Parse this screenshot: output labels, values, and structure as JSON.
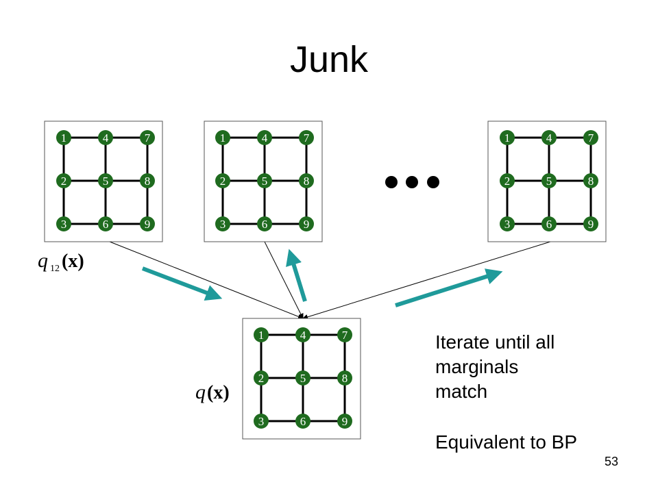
{
  "title": "Junk",
  "node_labels": [
    [
      "1",
      "4",
      "7"
    ],
    [
      "2",
      "5",
      "8"
    ],
    [
      "3",
      "6",
      "9"
    ]
  ],
  "colors": {
    "node": "#1f6b1f",
    "arrow": "#1f9a9a",
    "edge": "#000000"
  },
  "label_q12": {
    "q": "q",
    "sub": "12",
    "arg": "(x)"
  },
  "label_q": {
    "q": "q",
    "arg": "(x)"
  },
  "notes": {
    "iterate": [
      "Iterate until all",
      "marginals",
      "match"
    ],
    "equivalent": "Equivalent to BP"
  },
  "page_number": "53"
}
